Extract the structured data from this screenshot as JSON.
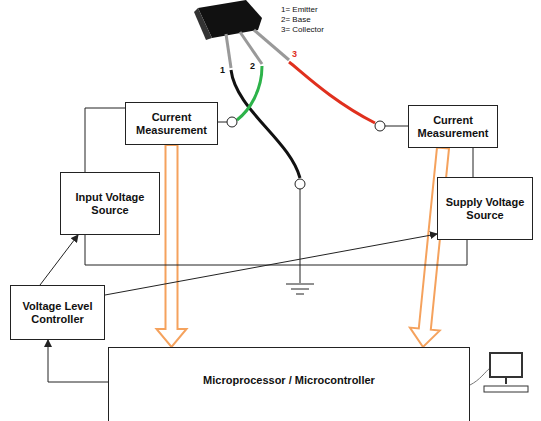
{
  "diagram": {
    "nodes": [
      {
        "text": [
          "Current Measurement"
        ]
      },
      {
        "text": [
          "Current Measurement"
        ]
      },
      {
        "text": [
          "Input Voltage Source"
        ]
      },
      {
        "text": [
          "Supply Voltage Source"
        ]
      },
      {
        "text": [
          "Voltage Level Controller"
        ]
      },
      {
        "text": [
          "Microprocessor / Microcontroller"
        ]
      }
    ],
    "edges": [
      {
        "from": 2,
        "to": 0,
        "arrow": "none"
      },
      {
        "from": 3,
        "to": 1,
        "arrow": "none"
      },
      {
        "from": 0,
        "to": 5,
        "arrow": "to"
      },
      {
        "from": 1,
        "to": 5,
        "arrow": "to"
      },
      {
        "from": 4,
        "to": 2,
        "arrow": "to"
      },
      {
        "from": 4,
        "to": 3,
        "arrow": "to"
      },
      {
        "from": 5,
        "to": 4,
        "arrow": "to"
      },
      {
        "from": 2,
        "to": 3,
        "arrow": "none"
      }
    ],
    "labels": [
      "1= Emitter",
      "2= Base",
      "3= Collector",
      "1",
      "2",
      "3"
    ]
  }
}
